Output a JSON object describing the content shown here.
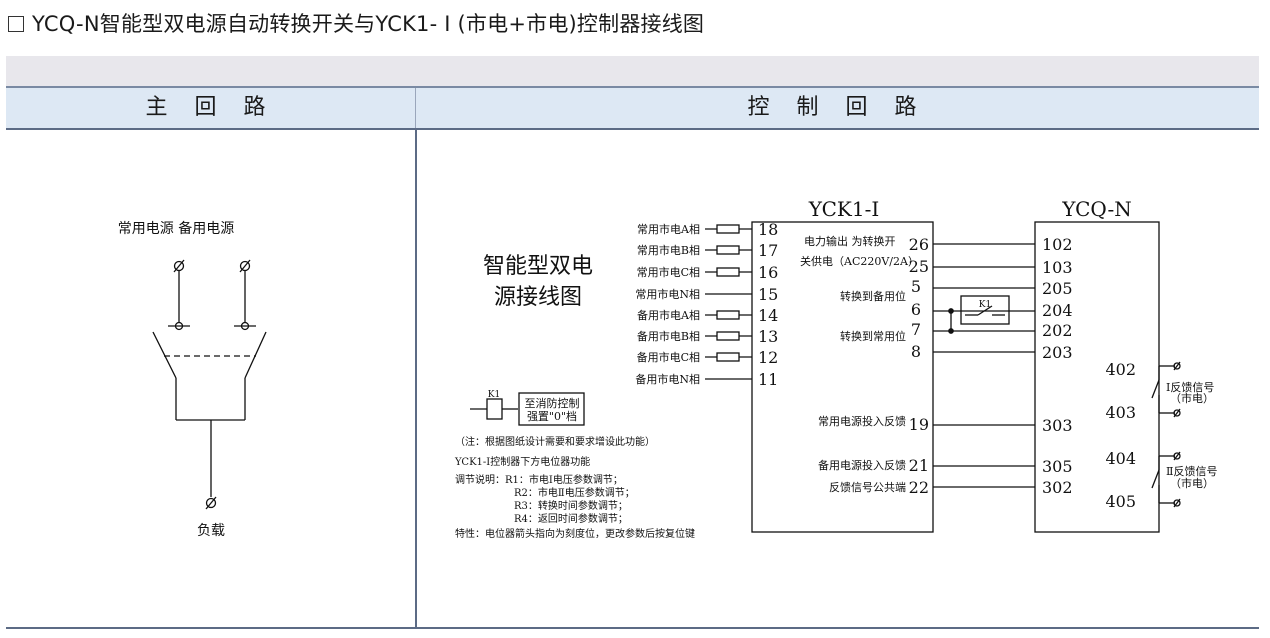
{
  "title": "YCQ-N智能型双电源自动转换开关与YCK1- I (市电+市电)控制器接线图",
  "headers": {
    "main_circuit": "主 回 路",
    "control_circuit": "控 制 回 路"
  },
  "main_circuit": {
    "source_labels": "常用电源 备用电源",
    "load_label": "负载"
  },
  "diagram_title": [
    "智能型双电",
    "源接线图"
  ],
  "controller": {
    "name": "YCK1-Ⅰ"
  },
  "switch": {
    "name": "YCQ-N"
  },
  "left_terminals": [
    {
      "label": "常用市电A相",
      "num": "18"
    },
    {
      "label": "常用市电B相",
      "num": "17"
    },
    {
      "label": "常用市电C相",
      "num": "16"
    },
    {
      "label": "常用市电N相",
      "num": "15"
    },
    {
      "label": "备用市电A相",
      "num": "14"
    },
    {
      "label": "备用市电B相",
      "num": "13"
    },
    {
      "label": "备用市电C相",
      "num": "12"
    },
    {
      "label": "备用市电N相",
      "num": "11"
    }
  ],
  "controller_right": {
    "power_out_1": "电力输出 为转换开",
    "power_out_2": "关供电（AC220V/2A）",
    "to_backup": "转换到备用位",
    "to_normal": "转换到常用位",
    "fb_normal": "常用电源投入反馈",
    "fb_backup": "备用电源投入反馈",
    "fb_common": "反馈信号公共端",
    "nums": {
      "n26": "26",
      "n25": "25",
      "n5": "5",
      "n6": "6",
      "n7": "7",
      "n8": "8",
      "n19": "19",
      "n21": "21",
      "n22": "22"
    }
  },
  "switch_terminals": {
    "t102": "102",
    "t103": "103",
    "t205": "205",
    "t204": "204",
    "t202": "202",
    "t203": "203",
    "t303": "303",
    "t305": "305",
    "t302": "302"
  },
  "feedback": {
    "t402": "402",
    "t403": "403",
    "t404": "404",
    "t405": "405",
    "sig1_1": "Ⅰ反馈信号",
    "sig1_2": "（市电）",
    "sig2_1": "Ⅱ反馈信号",
    "sig2_2": "（市电）"
  },
  "relay_label": "K1",
  "fire": {
    "k1": "K1",
    "text1": "至消防控制",
    "text2": "强置\"0\"档"
  },
  "notes": [
    "（注：根据图纸设计需要和要求增设此功能）",
    "YCK1-Ⅰ控制器下方电位器功能",
    "调节说明：R1：市电Ⅰ电压参数调节；",
    "R2：市电Ⅱ电压参数调节；",
    "R3：转换时间参数调节；",
    "R4：返回时间参数调节；",
    "特性：电位器箭头指向为刻度位，更改参数后按复位键"
  ],
  "colors": {
    "header_bg": "#dde8f4",
    "band_bg": "#e8e7ec",
    "rule": "#5c6b85",
    "line": "#111111"
  }
}
